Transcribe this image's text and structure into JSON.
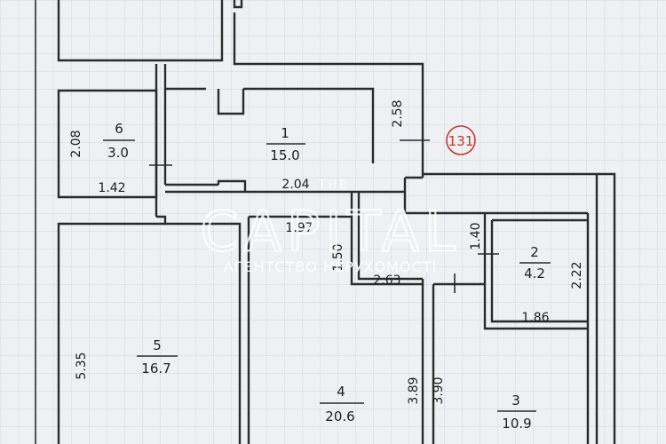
{
  "rooms": [
    {
      "id": "r1",
      "number": "1",
      "area": "15.0"
    },
    {
      "id": "r2",
      "number": "2",
      "area": "4.2"
    },
    {
      "id": "r3",
      "number": "3",
      "area": "10.9"
    },
    {
      "id": "r4",
      "number": "4",
      "area": "20.6"
    },
    {
      "id": "r5",
      "number": "5",
      "area": "16.7"
    },
    {
      "id": "r6",
      "number": "6",
      "area": "3.0"
    }
  ],
  "dimensions": [
    "2.08",
    "1.42",
    "2.58",
    "2.04",
    "1.97",
    "1.50",
    "2.63",
    "1.40",
    "2.22",
    "1.86",
    "5.35",
    "3.89",
    "3.90"
  ],
  "plan_marker": "131",
  "watermark": {
    "top": "THE",
    "brand": "CAPITAL",
    "subtitle": "АГЕНТСТВО НЕРУХОМОСТІ"
  },
  "colors": {
    "paper": "#eef0f3",
    "grid": "#c9d2de",
    "walls": "#2b2b2b",
    "marker": "#c0392b",
    "watermark": "#ffffff"
  }
}
